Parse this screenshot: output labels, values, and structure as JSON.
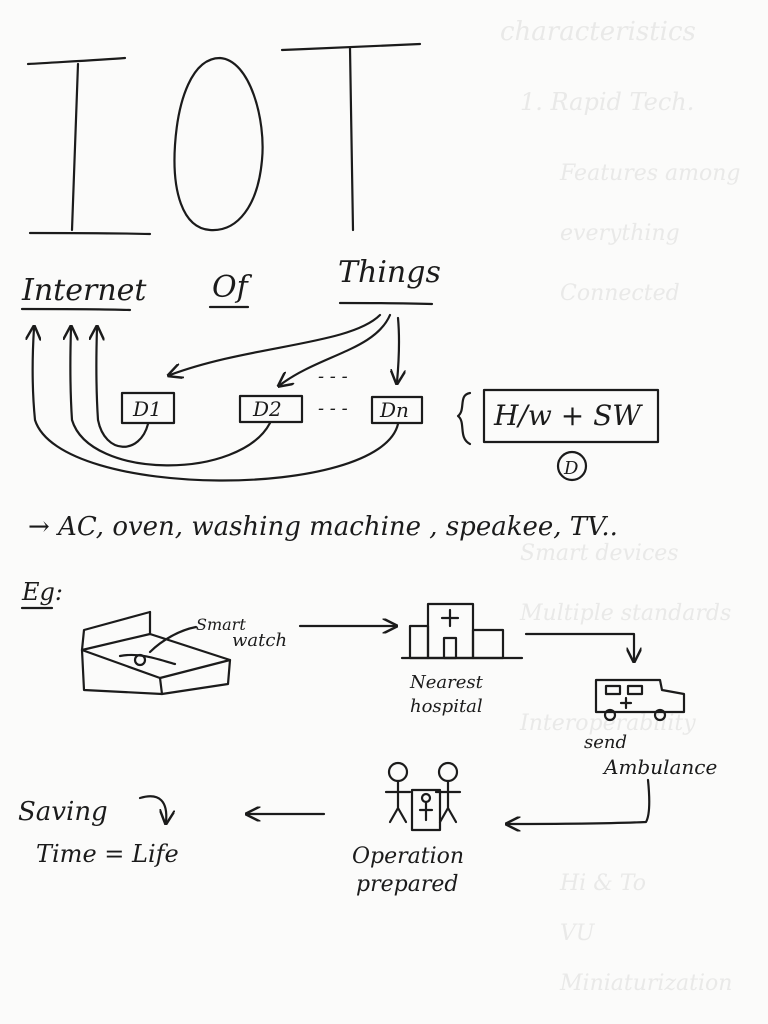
{
  "title": {
    "letters": [
      "I",
      "O",
      "T"
    ]
  },
  "expansion": {
    "word1": "Internet",
    "word2": "Of",
    "word3": "Things"
  },
  "devices": [
    "D1",
    "D2",
    "Dn"
  ],
  "device_dots": "- - -",
  "definition": {
    "hw_sw": "H/w + SW",
    "circled": "D"
  },
  "examples_line": "→ AC, oven, washing machine , speakee, TV..",
  "eg": {
    "label": "Eg:",
    "smart_watch": [
      "Smart",
      "watch"
    ],
    "hospital": [
      "Nearest",
      "hospital"
    ],
    "ambulance": [
      "send",
      "Ambulance"
    ],
    "operation": [
      "Operation",
      "prepared"
    ],
    "saving": "Saving",
    "time_life": "Time = Life"
  }
}
